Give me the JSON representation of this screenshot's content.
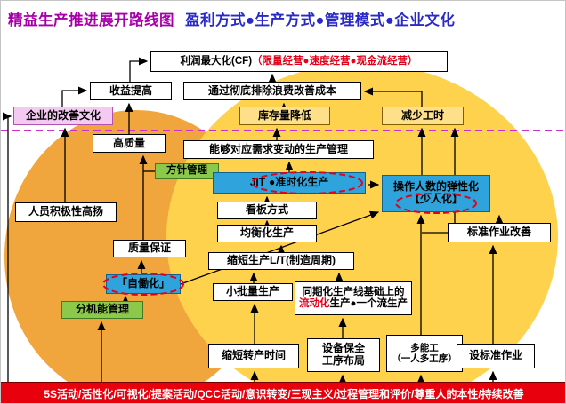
{
  "title": {
    "main": "精益生产推进展开路线图",
    "subtitle": "盈利方式●生产方式●管理模式●企业文化"
  },
  "colors": {
    "title-purple": "#A800A8",
    "title-blue": "#2929C8",
    "ellipse-orange": "#F0A63C",
    "ellipse-yellow": "#FFD24D",
    "box-blue": "#2FA3DC",
    "box-green": "#8CC94B",
    "box-yellow": "#FFE08A",
    "box-pink": "#F4C9F2",
    "footer-red": "#E8000D",
    "highlight-red": "#E50019",
    "dashed-line-purple": "#CC2FCC"
  },
  "nodes": {
    "profit_main": "利润最大化(CF)",
    "profit_red": "（限量经营●速度经营●现金流经营）",
    "revenue": "收益提高",
    "cost_reduction": "通过彻底排除浪费改善成本",
    "kaizen_culture": "企业的改善文化",
    "inventory_down": "库存量降低",
    "manhour_down": "减少工时",
    "high_quality": "高质量",
    "demand_flex_production": "能够对应需求变动的生产管理",
    "policy_mgmt": "方针管理",
    "jit_prefix": "JIT",
    "jit_circled": "●准时化生产",
    "flex_line1": "操作人数的弹性化",
    "flex_line2": "【少人化】",
    "morale": "人员积极性高扬",
    "kanban": "看板方式",
    "heijunka": "均衡化生产",
    "std_work_improve": "标准作业改善",
    "quality_assurance": "质量保证",
    "shorten_leadtime": "缩短生产L/T(制造周期)",
    "jidoka": "「自働化」",
    "small_lot": "小批量生产",
    "flow_line1": "同期化生产线基础上的",
    "flow_red": "流动化",
    "flow_rest": "生产●一个流生产",
    "functional_mgmt": "分机能管理",
    "changeover": "缩短转产时间",
    "equipment_line1": "设备保全",
    "equipment_line2": "工序布局",
    "multiskill_line1": "多能工",
    "multiskill_line2": "（一人多工序）",
    "set_std_work": "设标准作业"
  },
  "footer": "5S活动/活性化/可视化/提案活动/QCC活动/意识转变/三现主义/过程管理和评价/尊重人的本性/持续改善"
}
